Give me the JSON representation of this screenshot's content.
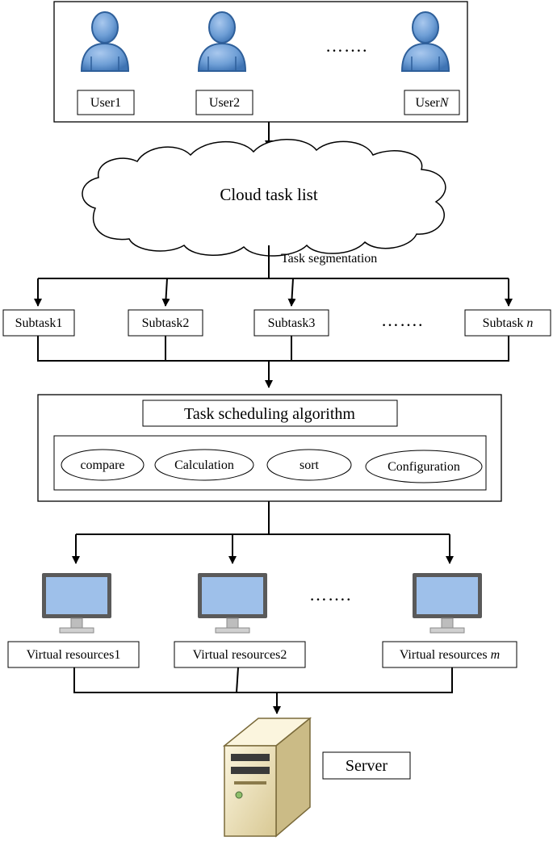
{
  "users": {
    "items": [
      {
        "label": "User1"
      },
      {
        "label": "User2"
      },
      {
        "label": "User",
        "suffix": "N"
      }
    ],
    "ellipsis": "……."
  },
  "cloud": {
    "label": "Cloud task list"
  },
  "segmentation": {
    "label": "Task segmentation"
  },
  "subtasks": {
    "items": [
      {
        "label": "Subtask1"
      },
      {
        "label": "Subtask2"
      },
      {
        "label": "Subtask3"
      },
      {
        "label": "Subtask ",
        "suffix": "n"
      }
    ],
    "ellipsis": "……."
  },
  "scheduler": {
    "title": "Task scheduling algorithm",
    "operations": [
      "compare",
      "Calculation",
      "sort",
      "Configuration"
    ]
  },
  "resources": {
    "items": [
      {
        "label": "Virtual resources1"
      },
      {
        "label": "Virtual resources2"
      },
      {
        "label": "Virtual resources ",
        "suffix": "m"
      }
    ],
    "ellipsis": "……."
  },
  "server": {
    "label": "Server"
  },
  "colors": {
    "user_blue": "#6f9fd6",
    "user_dark": "#2e5f9a",
    "screen_blue": "#9ec0ea",
    "monitor_frame": "#5a5a5a",
    "server_beige": "#f1e6c2"
  }
}
